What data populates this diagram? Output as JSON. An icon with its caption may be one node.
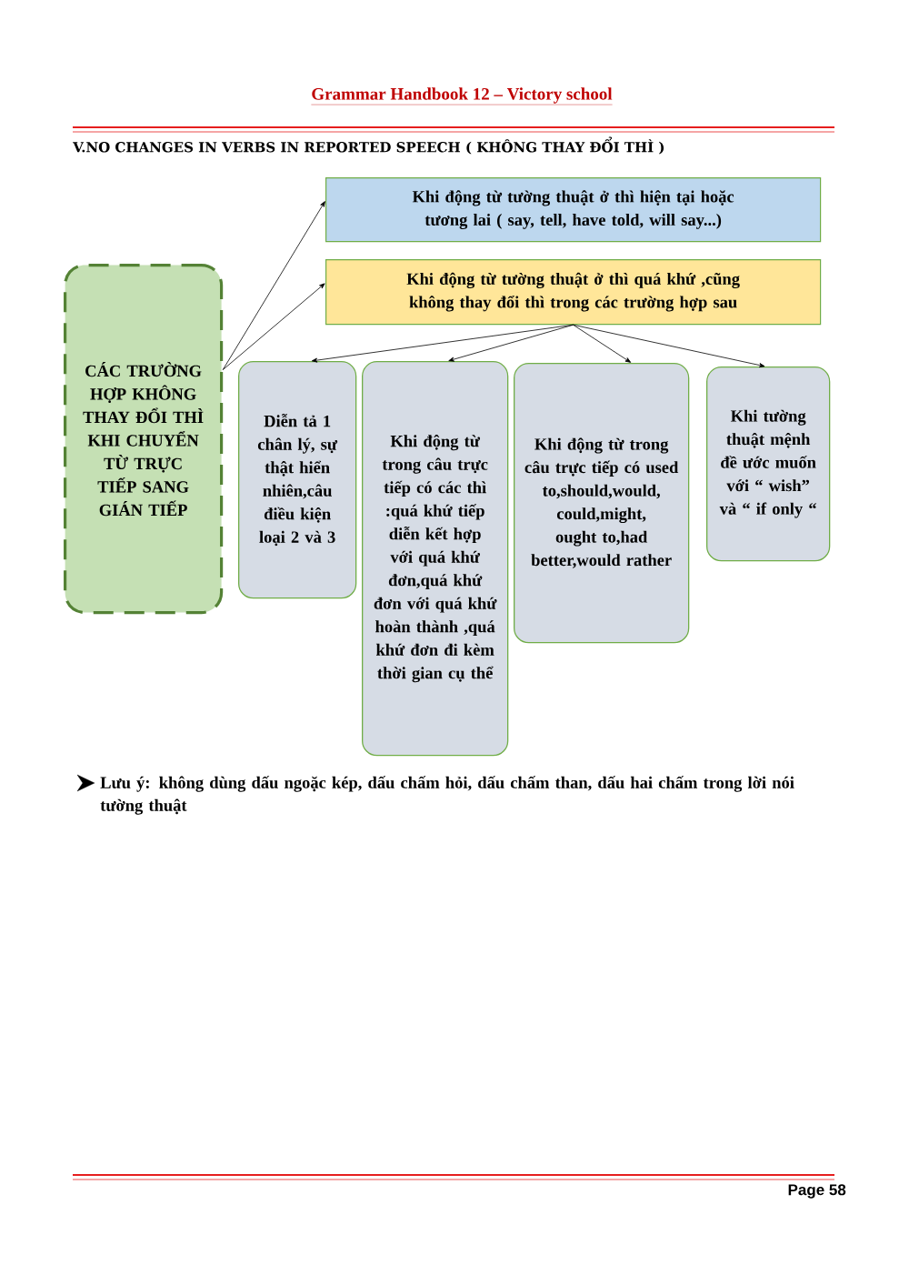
{
  "diagram": {
    "title": "Grammar Handbook 12 – Victory school",
    "nodes": [
      {
        "text": [
          "CÁC TRƯỜNG HỢP KHÔNG THAY ĐỔI THÌ KHI CHUYỂN TỪ TRỰC TIẾP SANG GIÁN TIẾP"
        ]
      },
      {
        "text": [
          "Khi động từ tường thuật ở thì hiện tại hoặc tương lai ( say, tell, have told, will say...)"
        ]
      },
      {
        "text": [
          "Khi động từ tường thuật ở thì quá khứ ,cũng không thay đổi thì trong các trường hợp sau"
        ]
      },
      {
        "text": [
          "Diễn tả 1 chân lý, sự thật hiển nhiên,câu điều kiện loại 2 và 3"
        ]
      },
      {
        "text": [
          "Khi động từ trong câu trực tiếp có các thì :quá khứ tiếp diễn kết hợp với quá khứ đơn,quá khứ đơn với quá khứ hoàn thành ,quá khứ đơn đi kèm thời gian cụ thể"
        ]
      },
      {
        "text": [
          "Khi động từ trong câu trực tiếp có used to,should,would, could,might, ought to,had better,would rather"
        ]
      },
      {
        "text": [
          "Khi tường thuật mệnh đề ước muốn với “ wish” và “ if only “"
        ]
      }
    ],
    "edges": [
      {
        "from": 0,
        "to": 1,
        "arrow": "to"
      },
      {
        "from": 0,
        "to": 2,
        "arrow": "to"
      },
      {
        "from": 2,
        "to": 3,
        "arrow": "to"
      },
      {
        "from": 2,
        "to": 4,
        "arrow": "to"
      },
      {
        "from": 2,
        "to": 5,
        "arrow": "to"
      },
      {
        "from": 2,
        "to": 6,
        "arrow": "to"
      }
    ],
    "labels": [
      "V.NO CHANGES IN VERBS IN REPORTED SPEECH ( KHÔNG THAY ĐỔI THÌ )",
      "Lưu ý: không dùng dấu ngoặc kép, dấu chấm hỏi, dấu chấm than, dấu hai chấm trong lời nói tường thuật",
      "Page 58"
    ]
  }
}
